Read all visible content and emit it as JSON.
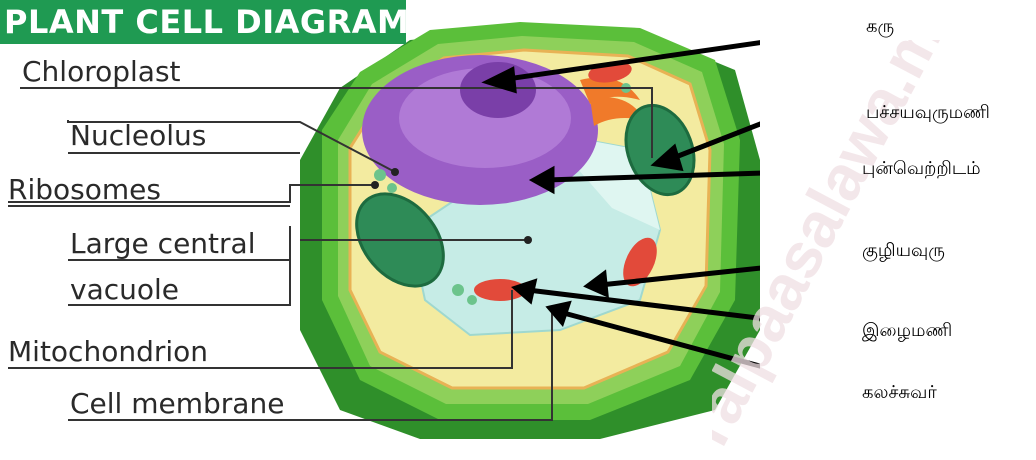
{
  "diagram": {
    "title": "PLANT CELL DIAGRAM",
    "english_labels": [
      "Chloroplast",
      "Nucleolus",
      "Ribosomes",
      "Large central",
      "vacuole",
      "Mitochondrion",
      "Cell membrane"
    ],
    "tamil_labels": [
      "கரு",
      "பச்சயவுருமணி",
      "புன்வெற்றிடம்",
      "குழியவுரு",
      "இழைமணி",
      "கலச்சுவர்"
    ],
    "watermark": "ralpaasalawa.m"
  },
  "colors": {
    "title_bg": "#1f9a52",
    "cell_wall": "#5bbf3a",
    "cytoplasm": "#f3eba0",
    "nucleus": "#9a5ec6",
    "chloroplast": "#2e8b57",
    "vacuole": "#c6ece6",
    "mitochondrion": "#e24a3a",
    "golgi": "#f07a2a"
  }
}
